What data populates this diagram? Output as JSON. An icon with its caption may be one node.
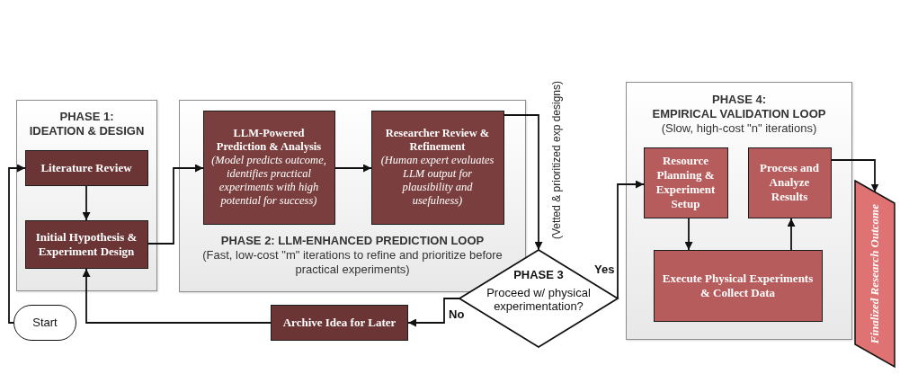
{
  "diagram": {
    "nodes": [
      {
        "text": [
          "PHASE 1:",
          "IDEATION & DESIGN"
        ]
      },
      {
        "text": [
          "Literature Review"
        ],
        "in": 0
      },
      {
        "text": [
          "Initial Hypothesis & Experiment Design"
        ],
        "in": 0
      },
      {
        "text": [
          "PHASE 2: LLM-ENHANCED PREDICTION LOOP",
          "(Fast, low-cost \"m\" iterations to refine and prioritize before practical experiments)"
        ]
      },
      {
        "text": [
          "LLM-Powered Prediction & Analysis",
          "(Model predicts outcome, identifies practical experiments with high potential for success)"
        ],
        "in": 3
      },
      {
        "text": [
          "Researcher Review & Refinement",
          "(Human expert evaluates LLM output for plausibility and usefulness)"
        ],
        "in": 3
      },
      {
        "text": [
          "PHASE 3",
          "Proceed w/ physical experimentation?"
        ]
      },
      {
        "text": [
          "PHASE 4:",
          "EMPIRICAL VALIDATION LOOP",
          "(Slow, high-cost \"n\" iterations)"
        ]
      },
      {
        "text": [
          "Resource Planning & Experiment Setup"
        ],
        "in": 7
      },
      {
        "text": [
          "Process and Analyze Results"
        ],
        "in": 7
      },
      {
        "text": [
          "Execute Physical Experiments & Collect Data"
        ],
        "in": 7
      },
      {
        "text": [
          "Finalized Research Outcome"
        ]
      },
      {
        "text": [
          "Start"
        ]
      },
      {
        "text": [
          "Archive Idea for Later"
        ]
      }
    ],
    "edges": [
      {
        "from": 12,
        "to": 1,
        "arrow": "to"
      },
      {
        "from": 1,
        "to": 2,
        "arrow": "to"
      },
      {
        "from": 2,
        "to": 4,
        "arrow": "to"
      },
      {
        "from": 4,
        "to": 5,
        "arrow": "to"
      },
      {
        "from": 5,
        "to": 6,
        "arrow": "to",
        "label": "(Vetted & prioritized exp designs)"
      },
      {
        "from": 6,
        "to": 8,
        "arrow": "to",
        "label": "Yes"
      },
      {
        "from": 6,
        "to": 13,
        "arrow": "to",
        "label": "No"
      },
      {
        "from": 13,
        "to": 2,
        "arrow": "to"
      },
      {
        "from": 8,
        "to": 10,
        "arrow": "to"
      },
      {
        "from": 10,
        "to": 9,
        "arrow": "to"
      },
      {
        "from": 9,
        "to": 11,
        "arrow": "to"
      }
    ]
  }
}
